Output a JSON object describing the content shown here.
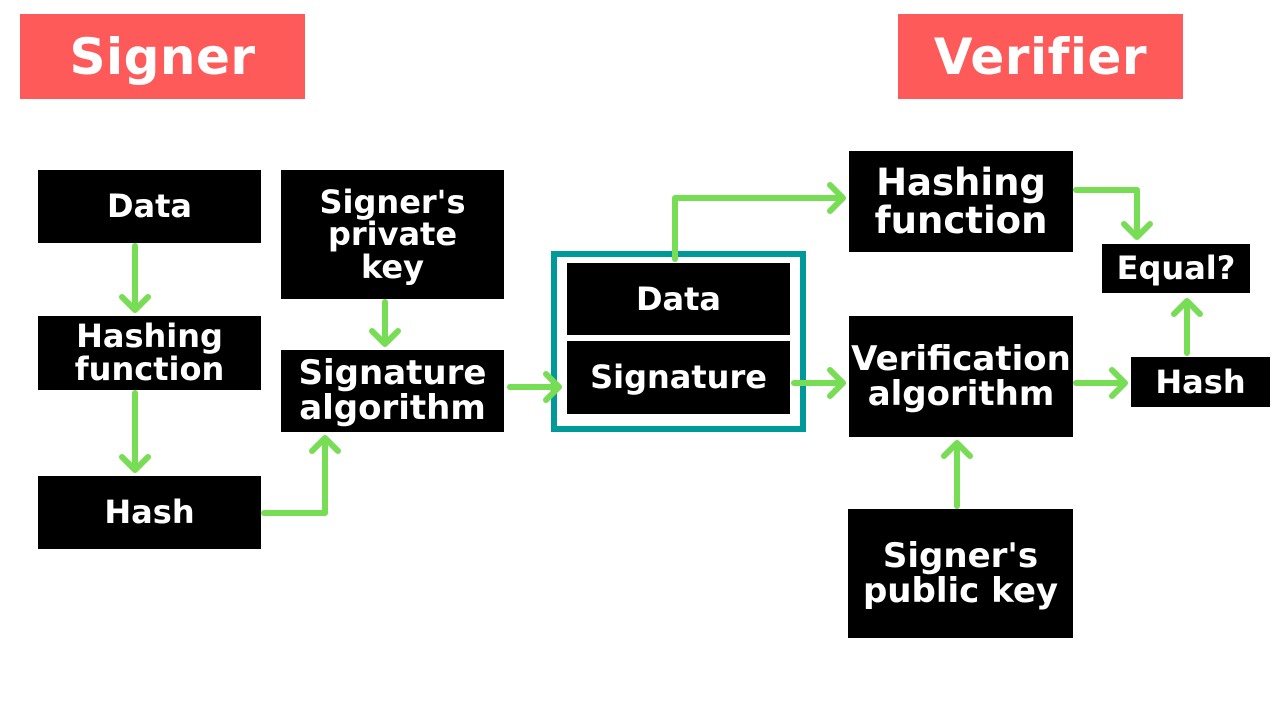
{
  "headers": {
    "signer": "Signer",
    "verifier": "Verifier"
  },
  "signer_side": {
    "data": "Data",
    "hashing_function": "Hashing\nfunction",
    "hash": "Hash",
    "private_key": "Signer's\nprivate\nkey",
    "signature_algorithm": "Signature\nalgorithm"
  },
  "package": {
    "data": "Data",
    "signature": "Signature"
  },
  "verifier_side": {
    "hashing_function": "Hashing\nfunction",
    "verification_algorithm": "Verification\nalgorithm",
    "public_key": "Signer's\npublic key",
    "hash": "Hash",
    "equal": "Equal?"
  },
  "colors": {
    "header_bg": "#fe5a5a",
    "box_bg": "#000000",
    "arrow": "#77dd55",
    "frame": "#009999"
  }
}
